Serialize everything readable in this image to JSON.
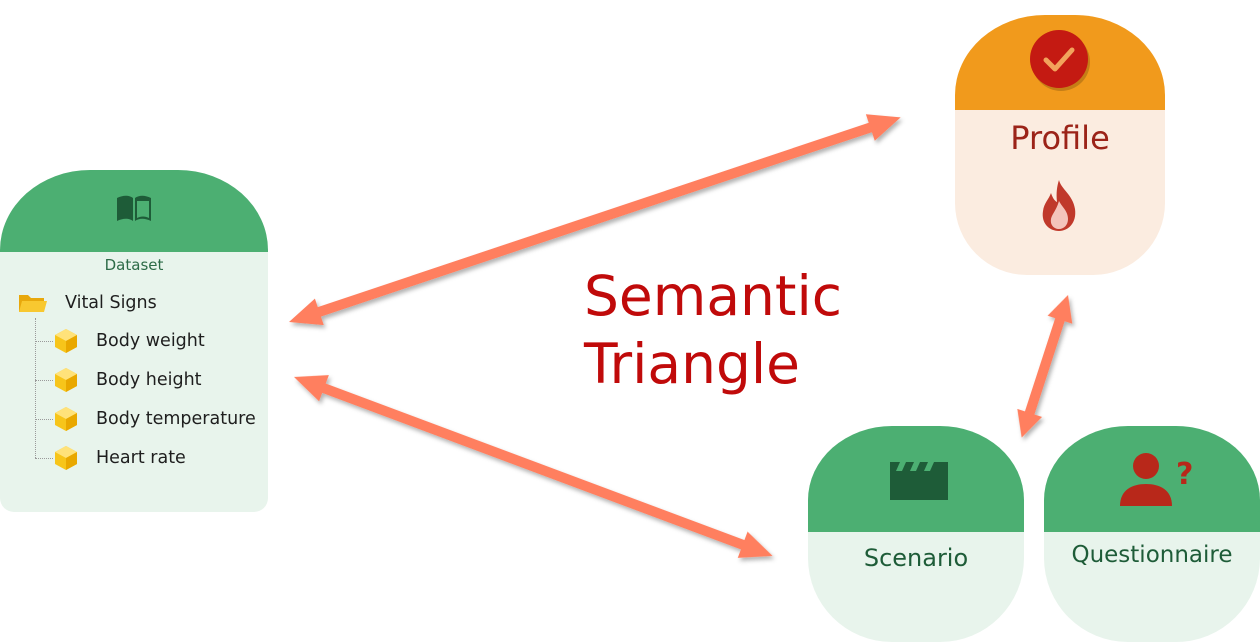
{
  "title": {
    "line1": "Semantic",
    "line2": "Triangle"
  },
  "dataset": {
    "label": "Dataset",
    "icon": "open-book-icon",
    "folder": {
      "label": "Vital Signs",
      "icon": "folder-icon"
    },
    "items": [
      {
        "label": "Body weight",
        "icon": "cube-icon"
      },
      {
        "label": "Body height",
        "icon": "cube-icon"
      },
      {
        "label": "Body temperature",
        "icon": "cube-icon"
      },
      {
        "label": "Heart rate",
        "icon": "cube-icon"
      }
    ]
  },
  "profile": {
    "label": "Profile",
    "icon": "check-circle-icon",
    "body_icon": "flame-icon"
  },
  "scenario": {
    "label": "Scenario",
    "icon": "clapperboard-icon"
  },
  "questionnaire": {
    "label": "Questionnaire",
    "icon": "person-question-icon"
  },
  "colors": {
    "green_header": "#4caf72",
    "green_body": "#e8f4ec",
    "orange_header": "#f19a1c",
    "profile_body": "#fbece0",
    "arrow": "#ff7f5e",
    "title": "#c00a0a",
    "cube": "#f7c51a"
  }
}
